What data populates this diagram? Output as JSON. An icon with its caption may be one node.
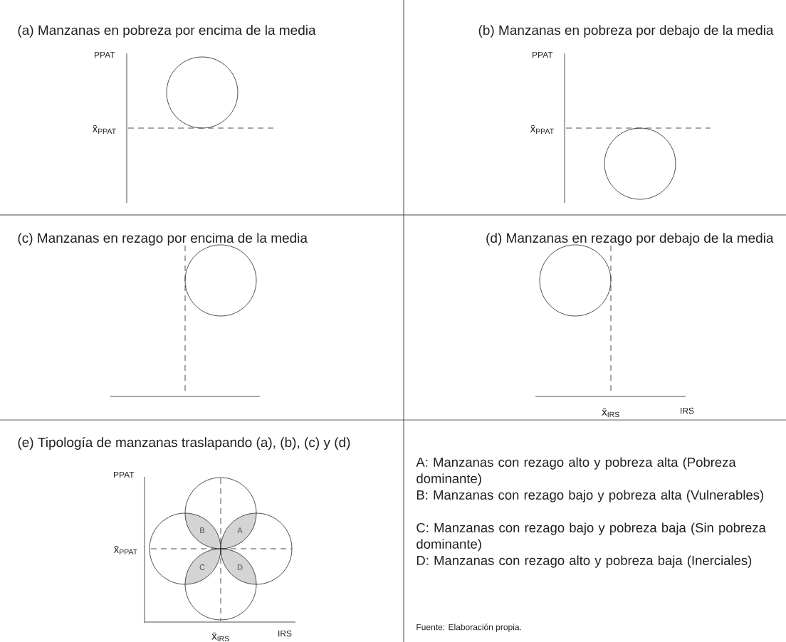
{
  "diagram": {
    "labels": [
      "(a) Manzanas en pobreza por encima de la media",
      "(b) Manzanas en pobreza por debajo de la media",
      "PPAT",
      "x̄$_{PPAT}$",
      "PPAT",
      "x̄$_{PPAT}$",
      "(c) Manzanas en rezago por encima de la media",
      "(d) Manzanas en rezago por debajo de la media",
      "x̄$_{IRS}$",
      "IRS",
      "(e) Tipología de manzanas traslapando (a), (b), (c) y (d)",
      "PPAT",
      "B",
      "A",
      "x̄$_{PPAT}$",
      "C",
      "D",
      "x̄$_{IRS}$",
      "IRS",
      "A: Manzanas con rezago alto y pobreza alta (Pobreza dominante)",
      "B: Manzanas con rezago bajo y pobreza alta (Vulnerables)",
      "C: Manzanas con rezago bajo y pobreza baja (Sin pobreza dominante)",
      "D: Manzanas con rezago alto y pobreza baja (Inerciales)",
      "Fuente: Elaboración propia."
    ]
  }
}
